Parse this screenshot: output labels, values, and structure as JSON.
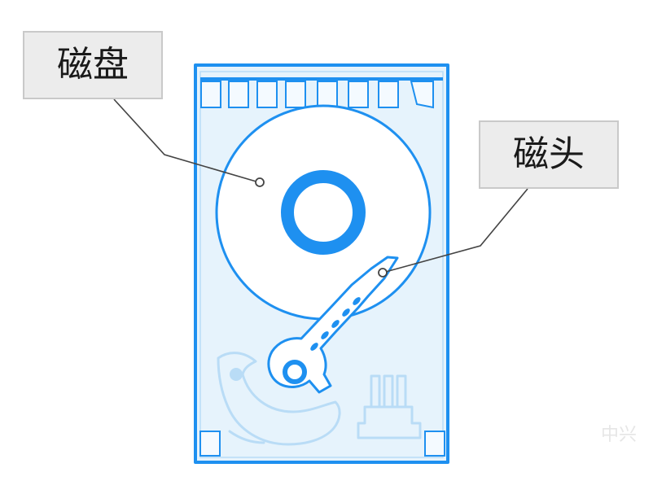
{
  "labels": {
    "disk": "磁盘",
    "head": "磁头"
  },
  "watermark": "中兴",
  "colors": {
    "outline_blue": "#1e90f0",
    "fill_light_blue": "#e6f3fc",
    "faint_blue": "#b9dcf6",
    "label_bg": "#ececec",
    "label_border": "#c9c9c9",
    "leader_line": "#444444"
  },
  "icons": {
    "disk": "hard-drive-platter",
    "head": "read-write-head-arm",
    "decoration": "whale-illustration",
    "connector": "power-connector-pins"
  }
}
